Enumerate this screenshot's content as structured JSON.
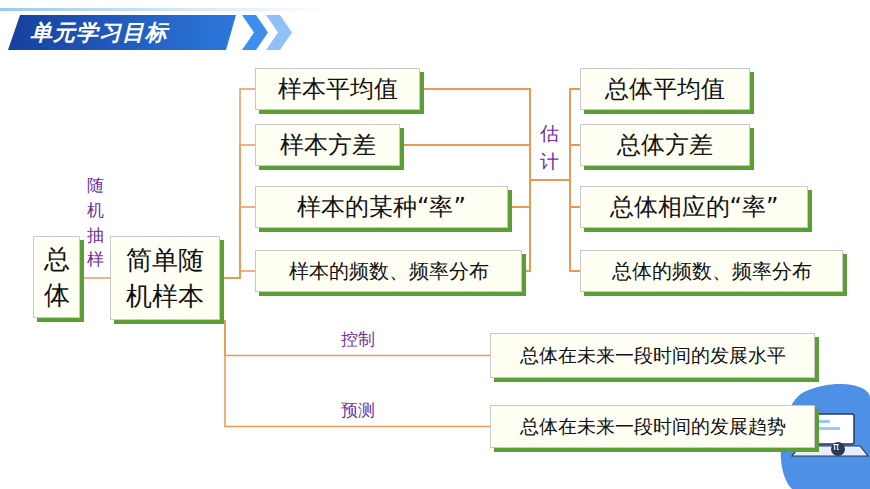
{
  "diagram": {
    "title": "单元学习目标",
    "nodes": [
      {
        "text": [
          "总体"
        ]
      },
      {
        "text": [
          "简单随机样本"
        ]
      },
      {
        "text": [
          "样本平均值"
        ]
      },
      {
        "text": [
          "样本方差"
        ]
      },
      {
        "text": [
          "样本的某种“率”"
        ]
      },
      {
        "text": [
          "样本的频数、频率分布"
        ]
      },
      {
        "text": [
          "总体平均值"
        ]
      },
      {
        "text": [
          "总体方差"
        ]
      },
      {
        "text": [
          "总体相应的“率”"
        ]
      },
      {
        "text": [
          "总体的频数、频率分布"
        ]
      },
      {
        "text": [
          "总体在未来一段时间的发展水平"
        ]
      },
      {
        "text": [
          "总体在未来一段时间的发展趋势"
        ]
      }
    ],
    "edges": [
      {
        "from": 0,
        "to": 1,
        "label": "随机抽样",
        "arrow": "none"
      },
      {
        "from": 1,
        "to": 2,
        "arrow": "none"
      },
      {
        "from": 1,
        "to": 3,
        "arrow": "none"
      },
      {
        "from": 1,
        "to": 4,
        "arrow": "none"
      },
      {
        "from": 1,
        "to": 5,
        "arrow": "none"
      },
      {
        "from": 2,
        "to": 6,
        "arrow": "none"
      },
      {
        "from": 2,
        "to": 7,
        "arrow": "none"
      },
      {
        "from": 2,
        "to": 8,
        "arrow": "none"
      },
      {
        "from": 2,
        "to": 9,
        "arrow": "none"
      },
      {
        "from": 3,
        "to": 6,
        "arrow": "none"
      },
      {
        "from": 3,
        "to": 7,
        "arrow": "none"
      },
      {
        "from": 3,
        "to": 8,
        "arrow": "none"
      },
      {
        "from": 3,
        "to": 9,
        "arrow": "none"
      },
      {
        "from": 4,
        "to": 6,
        "arrow": "none"
      },
      {
        "from": 4,
        "to": 7,
        "arrow": "none"
      },
      {
        "from": 4,
        "to": 8,
        "arrow": "none"
      },
      {
        "from": 4,
        "to": 9,
        "arrow": "none"
      },
      {
        "from": 5,
        "to": 6,
        "arrow": "none"
      },
      {
        "from": 5,
        "to": 7,
        "arrow": "none"
      },
      {
        "from": 5,
        "to": 8,
        "arrow": "none"
      },
      {
        "from": 5,
        "to": 9,
        "arrow": "none"
      },
      {
        "from": 1,
        "to": 10,
        "label": "控制",
        "arrow": "none"
      },
      {
        "from": 1,
        "to": 11,
        "label": "预测",
        "arrow": "none"
      }
    ],
    "labels": [
      "估计",
      "π"
    ]
  }
}
